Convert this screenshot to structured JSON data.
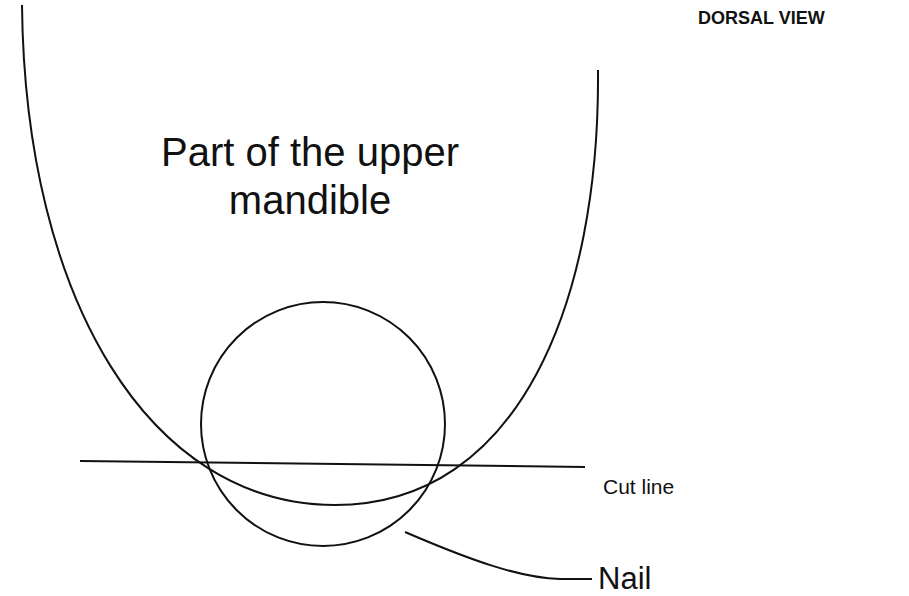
{
  "diagram": {
    "nodes": [
      {
        "text": [
          "Part of the upper mandible"
        ]
      }
    ],
    "labels": [
      "DORSAL VIEW",
      "Cut line",
      "Nail"
    ]
  }
}
